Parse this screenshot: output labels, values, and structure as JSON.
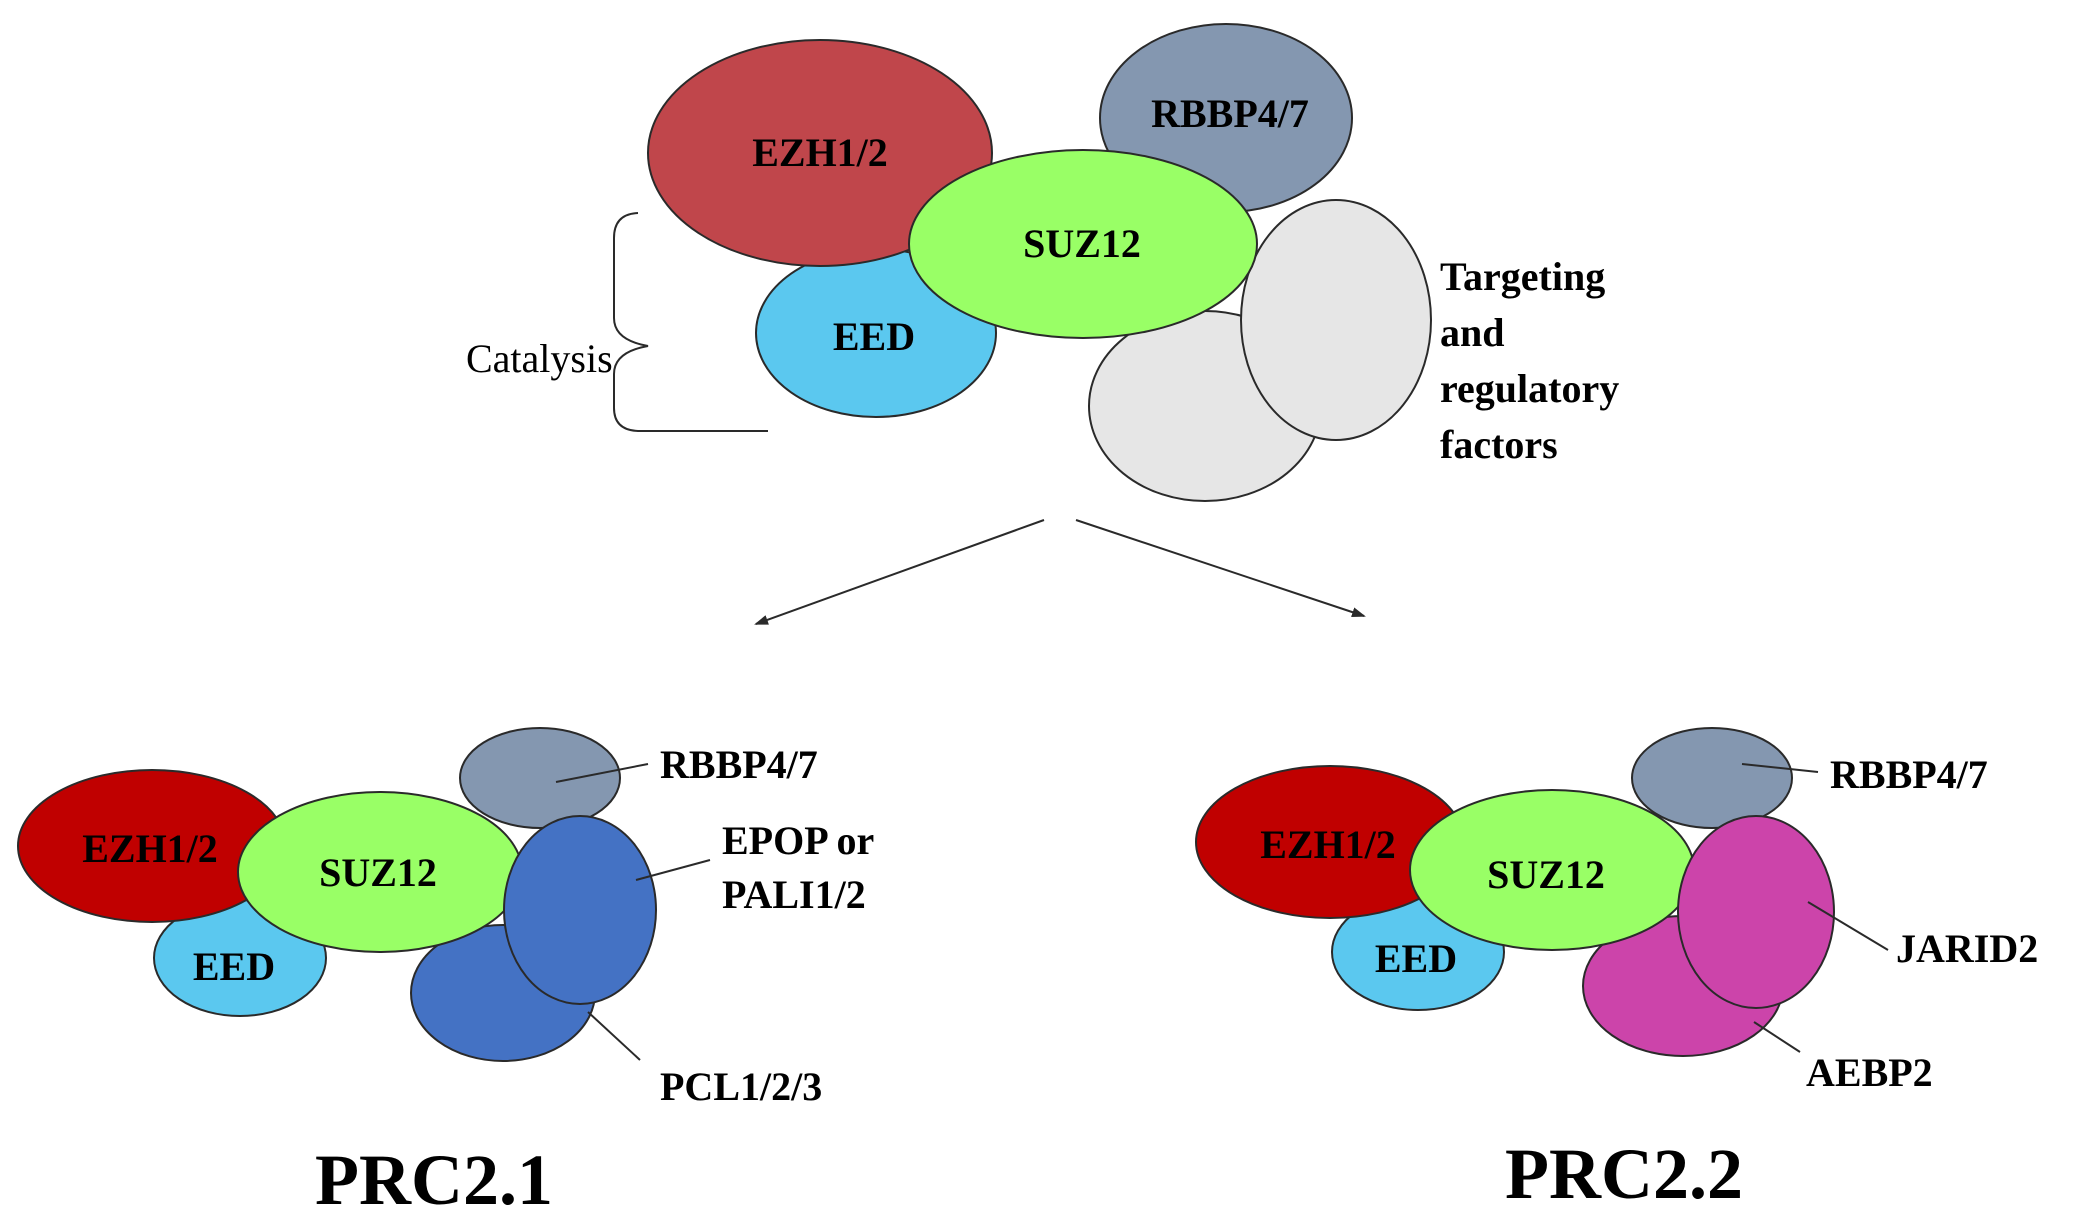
{
  "top": {
    "ezh": "EZH1/2",
    "rbbp": "RBBP4/7",
    "suz12": "SUZ12",
    "eed": "EED",
    "catalysis": "Catalysis",
    "targeting_lines": [
      "Targeting",
      "and",
      "regulatory",
      "factors"
    ]
  },
  "prc21": {
    "title": "PRC2.1",
    "ezh": "EZH1/2",
    "suz12": "SUZ12",
    "eed": "EED",
    "rbbp": "RBBP4/7",
    "epop_lines": [
      "EPOP or",
      "PALI1/2"
    ],
    "pcl": "PCL1/2/3"
  },
  "prc22": {
    "title": "PRC2.2",
    "ezh": "EZH1/2",
    "suz12": "SUZ12",
    "eed": "EED",
    "rbbp": "RBBP4/7",
    "jarid2": "JARID2",
    "aebp2": "AEBP2"
  },
  "colors": {
    "ezh_top": "#c0464b",
    "ezh_bottom": "#c00000",
    "rbbp": "#8497b0",
    "suz12": "#99ff66",
    "eed": "#5bc8ef",
    "factor_gray": "#e6e6e6",
    "epop_blue": "#4472c4",
    "jarid_magenta": "#cc44aa"
  }
}
